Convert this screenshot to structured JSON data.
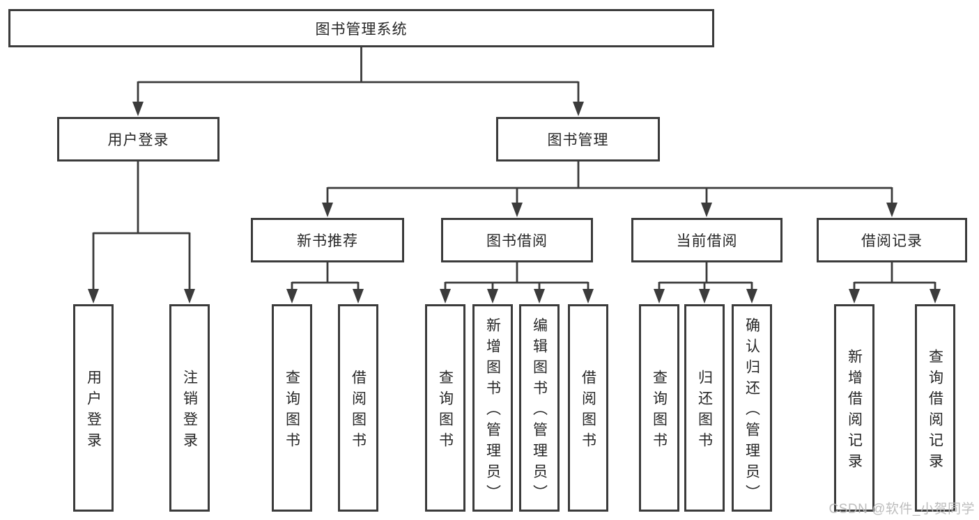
{
  "diagram": {
    "tree": {
      "root": "图书管理系统",
      "branches": [
        {
          "label": "用户登录",
          "leaves": [
            "用户登录",
            "注销登录"
          ]
        },
        {
          "label": "图书管理",
          "groups": [
            {
              "label": "新书推荐",
              "leaves": [
                "查询图书",
                "借阅图书"
              ]
            },
            {
              "label": "图书借阅",
              "leaves": [
                "查询图书",
                "新增图书（管理员）",
                "编辑图书（管理员）",
                "借阅图书"
              ]
            },
            {
              "label": "当前借阅",
              "leaves": [
                "查询图书",
                "归还图书",
                "确认归还（管理员）"
              ]
            },
            {
              "label": "借阅记录",
              "leaves": [
                "新增借阅记录",
                "查询借阅记录"
              ]
            }
          ]
        }
      ]
    }
  },
  "watermark": {
    "text": "CSDN @软件_小贺同学"
  },
  "colors": {
    "background": "#ffffff",
    "line": "#3b3b3b",
    "box_border": "#3b3b3b",
    "text": "#262626",
    "watermark": "#b9b9b9"
  }
}
